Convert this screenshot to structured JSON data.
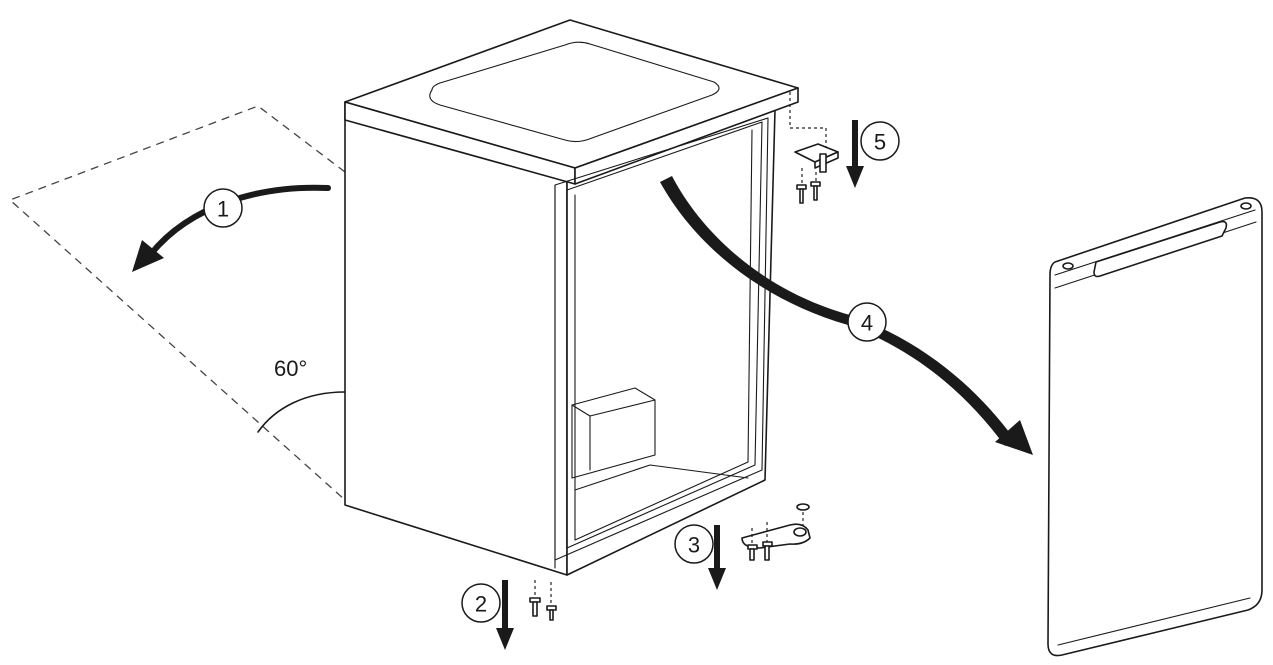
{
  "angle_label": "60°",
  "steps": [
    {
      "number": "1"
    },
    {
      "number": "2"
    },
    {
      "number": "3"
    },
    {
      "number": "4"
    },
    {
      "number": "5"
    }
  ]
}
